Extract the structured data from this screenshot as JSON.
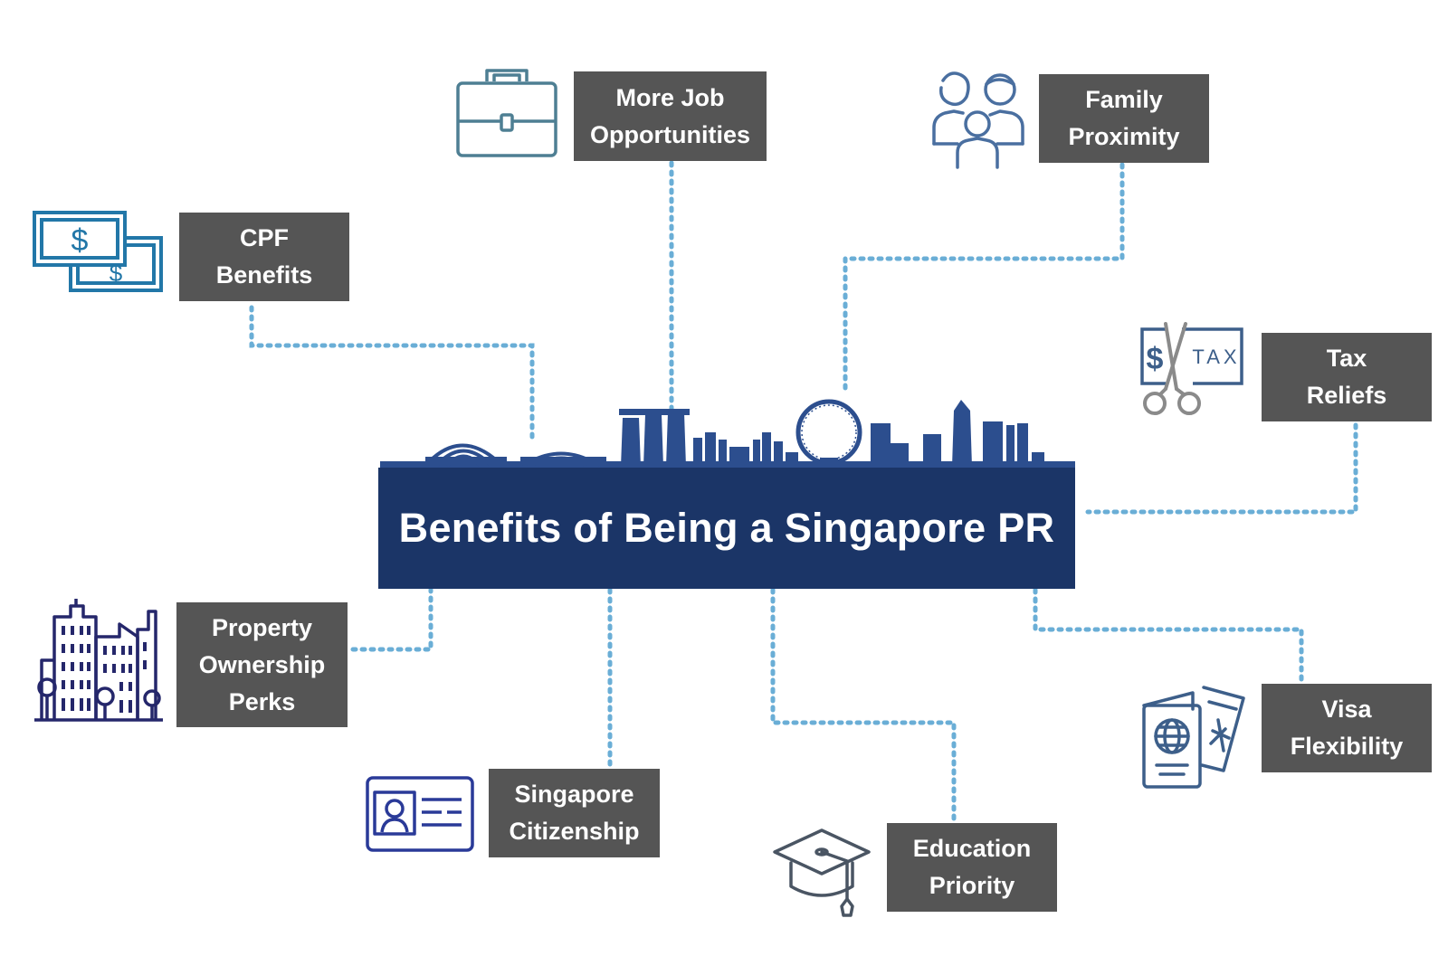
{
  "title": "Benefits of Being a Singapore PR",
  "benefits": [
    {
      "lines": [
        "More Job",
        "Opportunities"
      ],
      "icon": "briefcase-icon"
    },
    {
      "lines": [
        "Family",
        "Proximity"
      ],
      "icon": "family-icon"
    },
    {
      "lines": [
        "CPF",
        "Benefits"
      ],
      "icon": "dollar-bills-icon"
    },
    {
      "lines": [
        "Tax",
        "Reliefs"
      ],
      "icon": "tax-scissors-icon"
    },
    {
      "lines": [
        "Property",
        "Ownership",
        "Perks"
      ],
      "icon": "city-buildings-icon"
    },
    {
      "lines": [
        "Singapore",
        "Citizenship"
      ],
      "icon": "id-card-icon"
    },
    {
      "lines": [
        "Education",
        "Priority"
      ],
      "icon": "graduation-cap-icon"
    },
    {
      "lines": [
        "Visa",
        "Flexibility"
      ],
      "icon": "passport-icon"
    }
  ],
  "colors": {
    "title_bg": "#1b3567",
    "box_bg": "#555555",
    "connector": "#6aaed6",
    "skyline": "#2c4e8e"
  },
  "skyline_icon": "singapore-skyline-icon"
}
